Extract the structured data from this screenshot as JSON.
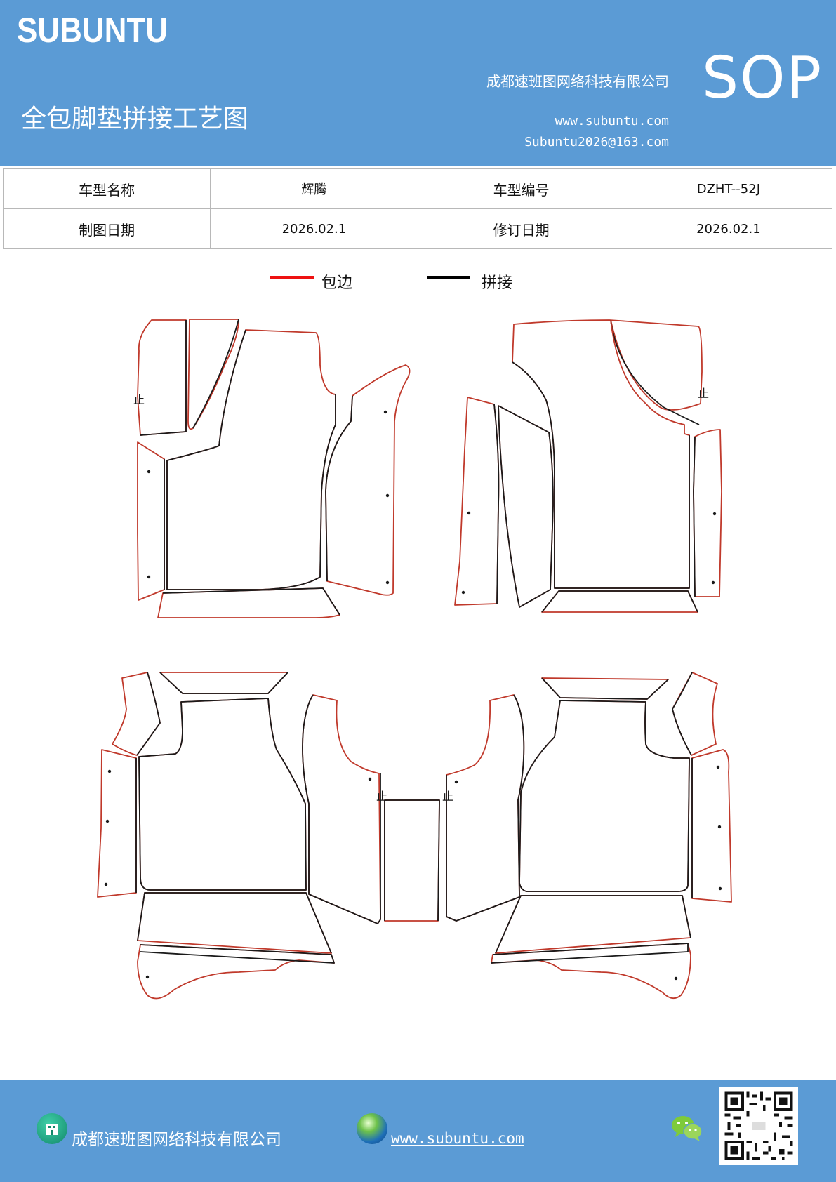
{
  "header": {
    "brand": "SUBUNTU",
    "company": "成都速班图网络科技有限公司",
    "title": "全包脚垫拼接工艺图",
    "website": "www.subuntu.com",
    "email": "Subuntu2026@163.com",
    "badge": "SOP"
  },
  "info_table": {
    "model_name_label": "车型名称",
    "model_name_value": "辉腾",
    "model_code_label": "车型编号",
    "model_code_value": "DZHT--52J",
    "draw_date_label": "制图日期",
    "draw_date_value": "2026.02.1",
    "revision_date_label": "修订日期",
    "revision_date_value": "2026.02.1"
  },
  "legend": {
    "items": [
      {
        "label": "包边",
        "color": "#ee1111"
      },
      {
        "label": "拼接",
        "color": "#000000"
      }
    ]
  },
  "diagram": {
    "stop_mark": "止",
    "edge_color": "#c0392b",
    "seam_color": "#1a1a1a"
  },
  "footer": {
    "company": "成都速班图网络科技有限公司",
    "website": "www.subuntu.com",
    "icons": [
      "building-icon",
      "globe-icon",
      "wechat-icon",
      "qr-code"
    ]
  }
}
